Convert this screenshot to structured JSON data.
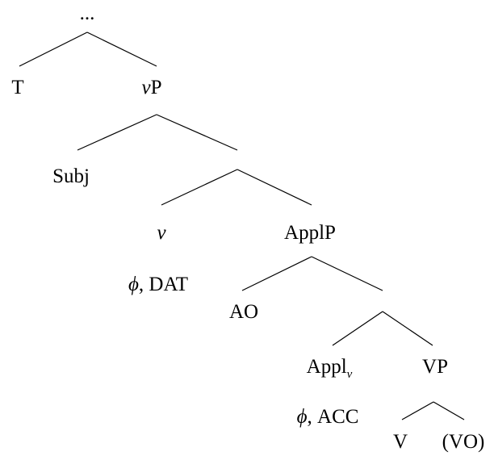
{
  "nodes": {
    "root": "...",
    "t": "T",
    "vp": {
      "italic": "v",
      "rest": "P"
    },
    "subj": "Subj",
    "v": "v",
    "v_features": {
      "phi": "ϕ",
      "rest": ", DAT"
    },
    "applp": "ApplP",
    "ao": "AO",
    "appl": {
      "base": "Appl",
      "sub": "v"
    },
    "appl_features": {
      "phi": "ϕ",
      "rest": ", ACC"
    },
    "vp_lower": "VP",
    "verb": "V",
    "vo": "(VO)"
  }
}
